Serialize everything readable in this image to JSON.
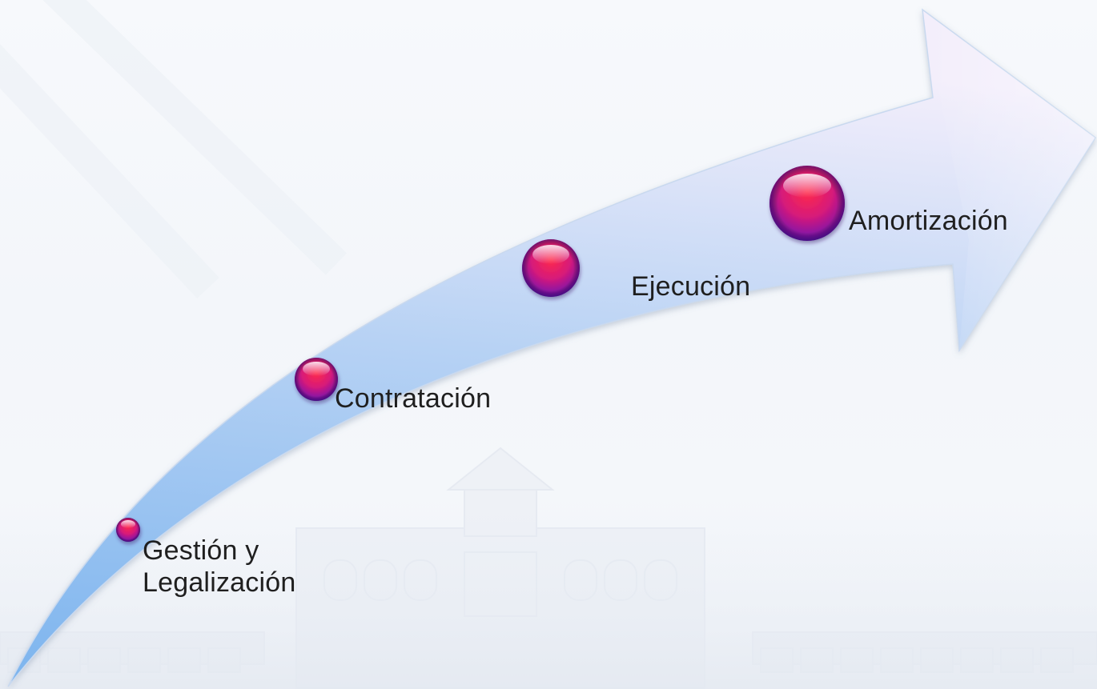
{
  "diagram": {
    "stages": [
      {
        "label": "Gestión y\nLegalización"
      },
      {
        "label": "Contratación"
      },
      {
        "label": "Ejecución"
      },
      {
        "label": "Amortización"
      }
    ]
  },
  "colors": {
    "arrow_light": "#f3eefb",
    "arrow_mid": "#b7d2f4",
    "arrow_dark": "#7cb4ee",
    "sphere_top": "#ff2a4a",
    "sphere_bottom": "#4a10c8"
  }
}
